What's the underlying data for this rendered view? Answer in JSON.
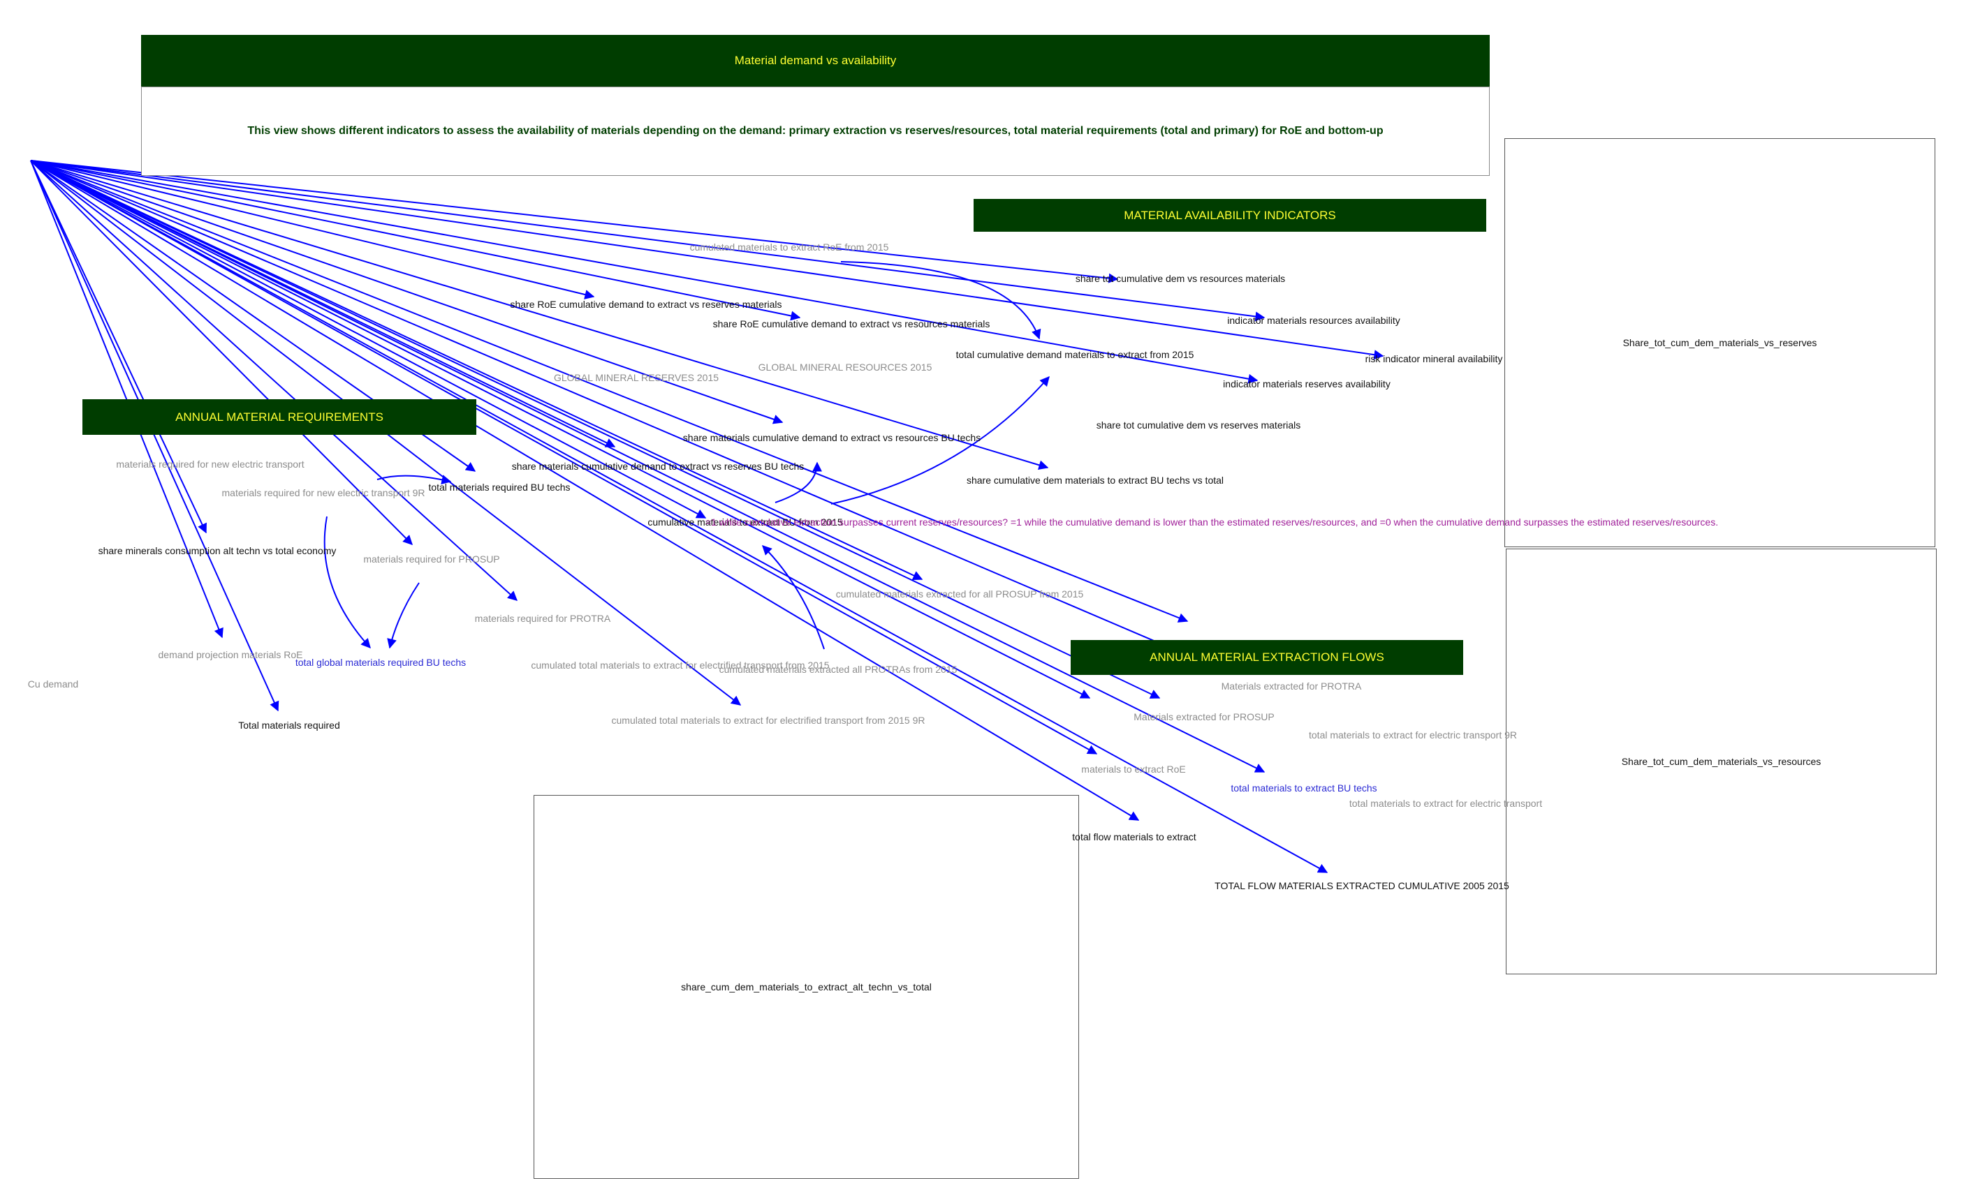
{
  "title": "Material demand vs availability",
  "description": "This view shows different indicators to assess the availability of materials depending on the demand: primary extraction vs reserves/resources, total material requirements (total and primary) for RoE and bottom-up",
  "sections": {
    "availability": "MATERIAL AVAILABILITY INDICATORS",
    "requirements": "ANNUAL MATERIAL REQUIREMENTS",
    "extraction": "ANNUAL MATERIAL EXTRACTION FLOWS"
  },
  "graphs": {
    "reserves": "Share_tot_cum_dem_materials_vs_reserves",
    "resources": "Share_tot_cum_dem_materials_vs_resources",
    "alt_techn": "share_cum_dem_materials_to_extract_alt_techn_vs_total"
  },
  "labels": {
    "cum_roe": "cumulated materials to extract RoE from 2015",
    "share_tot_res": "share tot cumulative dem vs resources materials",
    "share_roe_reserves": "share RoE cumulative demand to extract vs reserves materials",
    "share_roe_resources": "share RoE cumulative demand to extract vs resources materials",
    "indicator_resources": "indicator materials resources availability",
    "total_cum_demand": "total cumulative demand materials to extract from 2015",
    "risk_indicator": "risk indicator mineral availability",
    "global_res": "GLOBAL MINERAL RESOURCES 2015",
    "global_reserves": "GLOBAL MINERAL RESERVES 2015",
    "indicator_reserves": "indicator materials reserves availability",
    "share_tot_reserves": "share tot cumulative dem vs reserves materials",
    "share_bu_resources": "share materials cumulative demand to extract vs resources BU techs",
    "share_bu_reserves": "share materials cumulative demand to extract vs reserves BU techs",
    "share_cum_bu_total": "share cumulative dem materials to extract BU techs vs total",
    "mat_new_elec": "materials required for new electric transport",
    "mat_new_elec_9r": "materials required for new electric transport 9R",
    "total_req_bu": "total materials required BU techs",
    "cum_bu": "cumulative materials to extract BU from 2015",
    "note": "=1 while cumulative extraction surpasses current reserves/resources? =1 while the cumulative demand is lower than the estimated reserves/resources, and =0 when the cumulative demand surpasses the estimated reserves/resources.",
    "share_minerals": "share minerals consumption alt techn vs total economy",
    "mat_prosup": "materials required for PROSUP",
    "cum_prosup": "cumulated materials extracted for all PROSUP from 2015",
    "mat_protra": "materials required for PROTRA",
    "demand_proj": "demand projection materials RoE",
    "total_global_bu": "total global materials required BU techs",
    "cum_elec": "cumulated total materials to extract for electrified transport from 2015",
    "cum_protra": "cumulated materials extracted all PROTRAs from 2015",
    "cu_demand": "Cu demand",
    "total_required": "Total materials required",
    "cum_elec_9r": "cumulated total materials to extract for electrified transport from 2015 9R",
    "extracted_protra": "Materials extracted for PROTRA",
    "extracted_prosup": "Materials extracted for PROSUP",
    "elec_9r": "total materials to extract for electric transport 9R",
    "roe": "materials to extract RoE",
    "total_bu": "total materials to extract BU techs",
    "elec": "total materials to extract for electric transport",
    "total_flow": "total flow materials to extract",
    "total_flow_cum": "TOTAL FLOW MATERIALS EXTRACTED CUMULATIVE 2005 2015"
  },
  "colors": {
    "header_bg": "#003d00",
    "header_text": "#ffff33",
    "arrow": "#0000ff",
    "shadow_text": "#8c8c8c",
    "note_text": "#a0209a"
  }
}
